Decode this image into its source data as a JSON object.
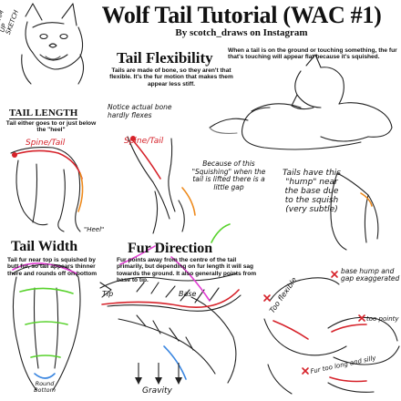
{
  "header": {
    "title": "Wolf Tail Tutorial (WAC #1)",
    "subtitle": "By scotch_draws on Instagram",
    "warm_up": "WARM UP SKETCH"
  },
  "flexibility": {
    "heading": "Tail Flexibility",
    "body": "Tails are made of bone, so they aren't that flexible. It's the fur motion that makes them appear less stiff.",
    "ground_note": "When a tail is on the ground or touching something, the fur that's touching will appear flat because it's squished.",
    "notice": "Notice actual bone hardly flexes",
    "spine_label": "Spine/Tail"
  },
  "length": {
    "heading": "TAIL LENGTH",
    "body": "Tail either goes to or just below the \"heel\"",
    "spine_label": "Spine/Tail",
    "heel_label": "\"Heel\""
  },
  "squish": {
    "note": "Because of this \"Squishing\" when the tail is lifted there is a little gap"
  },
  "hump": {
    "note": "Tails have this \"hump\" near the base due to the squish (very subtle)"
  },
  "width": {
    "heading": "Tail Width",
    "body": "Tail fur near top is squished by butt fur, so tail appears thinner there and rounds off on bottom",
    "bottom_label": "Round Bottom"
  },
  "direction": {
    "heading": "Fur Direction",
    "body": "Fur points away from the centre of the tail primarily, but depending on fur length it will sag towards the ground. It also generally points from base to tip.",
    "tip_label": "Tip",
    "base_label": "Base",
    "gravity_label": "Gravity"
  },
  "mistakes": {
    "too_flexible": "Too flexible",
    "base_hump": "base hump and gap exaggerated",
    "too_pointy": "too pointy",
    "too_long": "Fur too long and silly"
  },
  "colors": {
    "red": "#d6222a",
    "orange": "#ee8a1c",
    "green": "#58d22c",
    "blue": "#3a86e0",
    "pink": "#e23fd4"
  }
}
